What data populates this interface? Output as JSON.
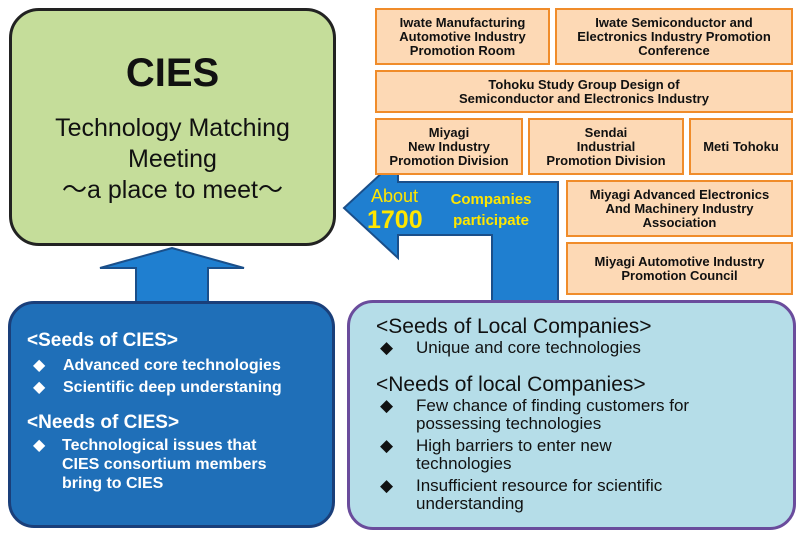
{
  "cies": {
    "title": "CIES",
    "subtitle_lines": [
      "Technology Matching",
      "Meeting",
      "〜a place to meet〜"
    ]
  },
  "organizations": [
    "Iwate Manufacturing\nAutomotive Industry\nPromotion Room",
    "Iwate Semiconductor and\nElectronics Industry Promotion\nConference",
    "Tohoku Study  Group Design of\nSemiconductor and Electronics Industry",
    "Miyagi\nNew  Industry\nPromotion Division",
    "Sendai\nIndustrial\nPromotion Division",
    "Meti Tohoku",
    "Miyagi Advanced Electronics\nAnd Machinery Industry\nAssociation",
    "Miyagi Automotive Industry\nPromotion Council"
  ],
  "participation": {
    "about": "About",
    "count": "1700",
    "label": "Companies\nparticipate"
  },
  "cies_panel": {
    "seeds_heading": "<Seeds of CIES>",
    "seeds_items": [
      "Advanced core technologies",
      "Scientific deep understaning"
    ],
    "needs_heading": "<Needs of CIES>",
    "needs_items": [
      "Technological issues that\nCIES consortium members\nbring to CIES"
    ]
  },
  "local_panel": {
    "seeds_heading": "<Seeds of Local Companies>",
    "seeds_items": [
      "Unique and core technologies"
    ],
    "needs_heading": "<Needs of local Companies>",
    "needs_items": [
      "Few chance of finding customers for\npossessing technologies",
      "High barriers to enter new\ntechnologies",
      "Insufficient resource for scientific\nunderstanding"
    ]
  },
  "colors": {
    "cies_fill": "#c5dd9a",
    "org_fill": "#fdd9b5",
    "org_border": "#f08c2a",
    "arrow_blue": "#1f7fd0",
    "cies_panel_fill": "#1f6fb8",
    "local_panel_fill": "#b5dde8",
    "highlight_text": "#ffe600"
  }
}
